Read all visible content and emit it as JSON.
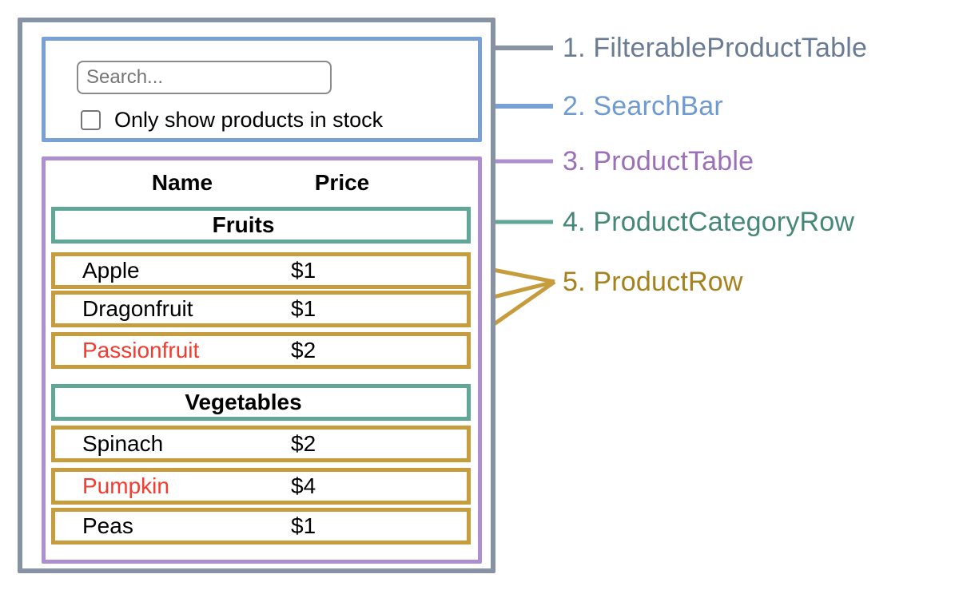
{
  "app": {
    "search_bar": {
      "input_placeholder": "Search...",
      "checkbox_label": "Only show products in stock",
      "checkbox_checked": false
    },
    "product_table": {
      "columns": {
        "name": "Name",
        "price": "Price"
      },
      "sections": [
        {
          "category": "Fruits",
          "rows": [
            {
              "name": "Apple",
              "price": "$1",
              "name_color": "#000000"
            },
            {
              "name": "Dragonfruit",
              "price": "$1",
              "name_color": "#000000"
            },
            {
              "name": "Passionfruit",
              "price": "$2",
              "name_color": "#F43B2E"
            }
          ]
        },
        {
          "category": "Vegetables",
          "rows": [
            {
              "name": "Spinach",
              "price": "$2",
              "name_color": "#000000"
            },
            {
              "name": "Pumpkin",
              "price": "$4",
              "name_color": "#F43B2E"
            },
            {
              "name": "Peas",
              "price": "$1",
              "name_color": "#000000"
            }
          ]
        }
      ]
    },
    "legend": [
      {
        "text": "1. FilterableProductTable",
        "color": "#6A7B94"
      },
      {
        "text": "2. SearchBar",
        "color": "#6E9ACF"
      },
      {
        "text": "3. ProductTable",
        "color": "#9B70B8"
      },
      {
        "text": "4. ProductCategoryRow",
        "color": "#458878"
      },
      {
        "text": "5. ProductRow",
        "color": "#A5821D"
      }
    ],
    "colors": {
      "filterable_product_table_border": "#8792A5",
      "search_bar_border": "#7AA1D6",
      "product_table_border": "#AE90D0",
      "category_row_border": "#61A797",
      "product_row_border": "#C69C3C",
      "out_of_stock_text": "#F43B2E"
    }
  }
}
